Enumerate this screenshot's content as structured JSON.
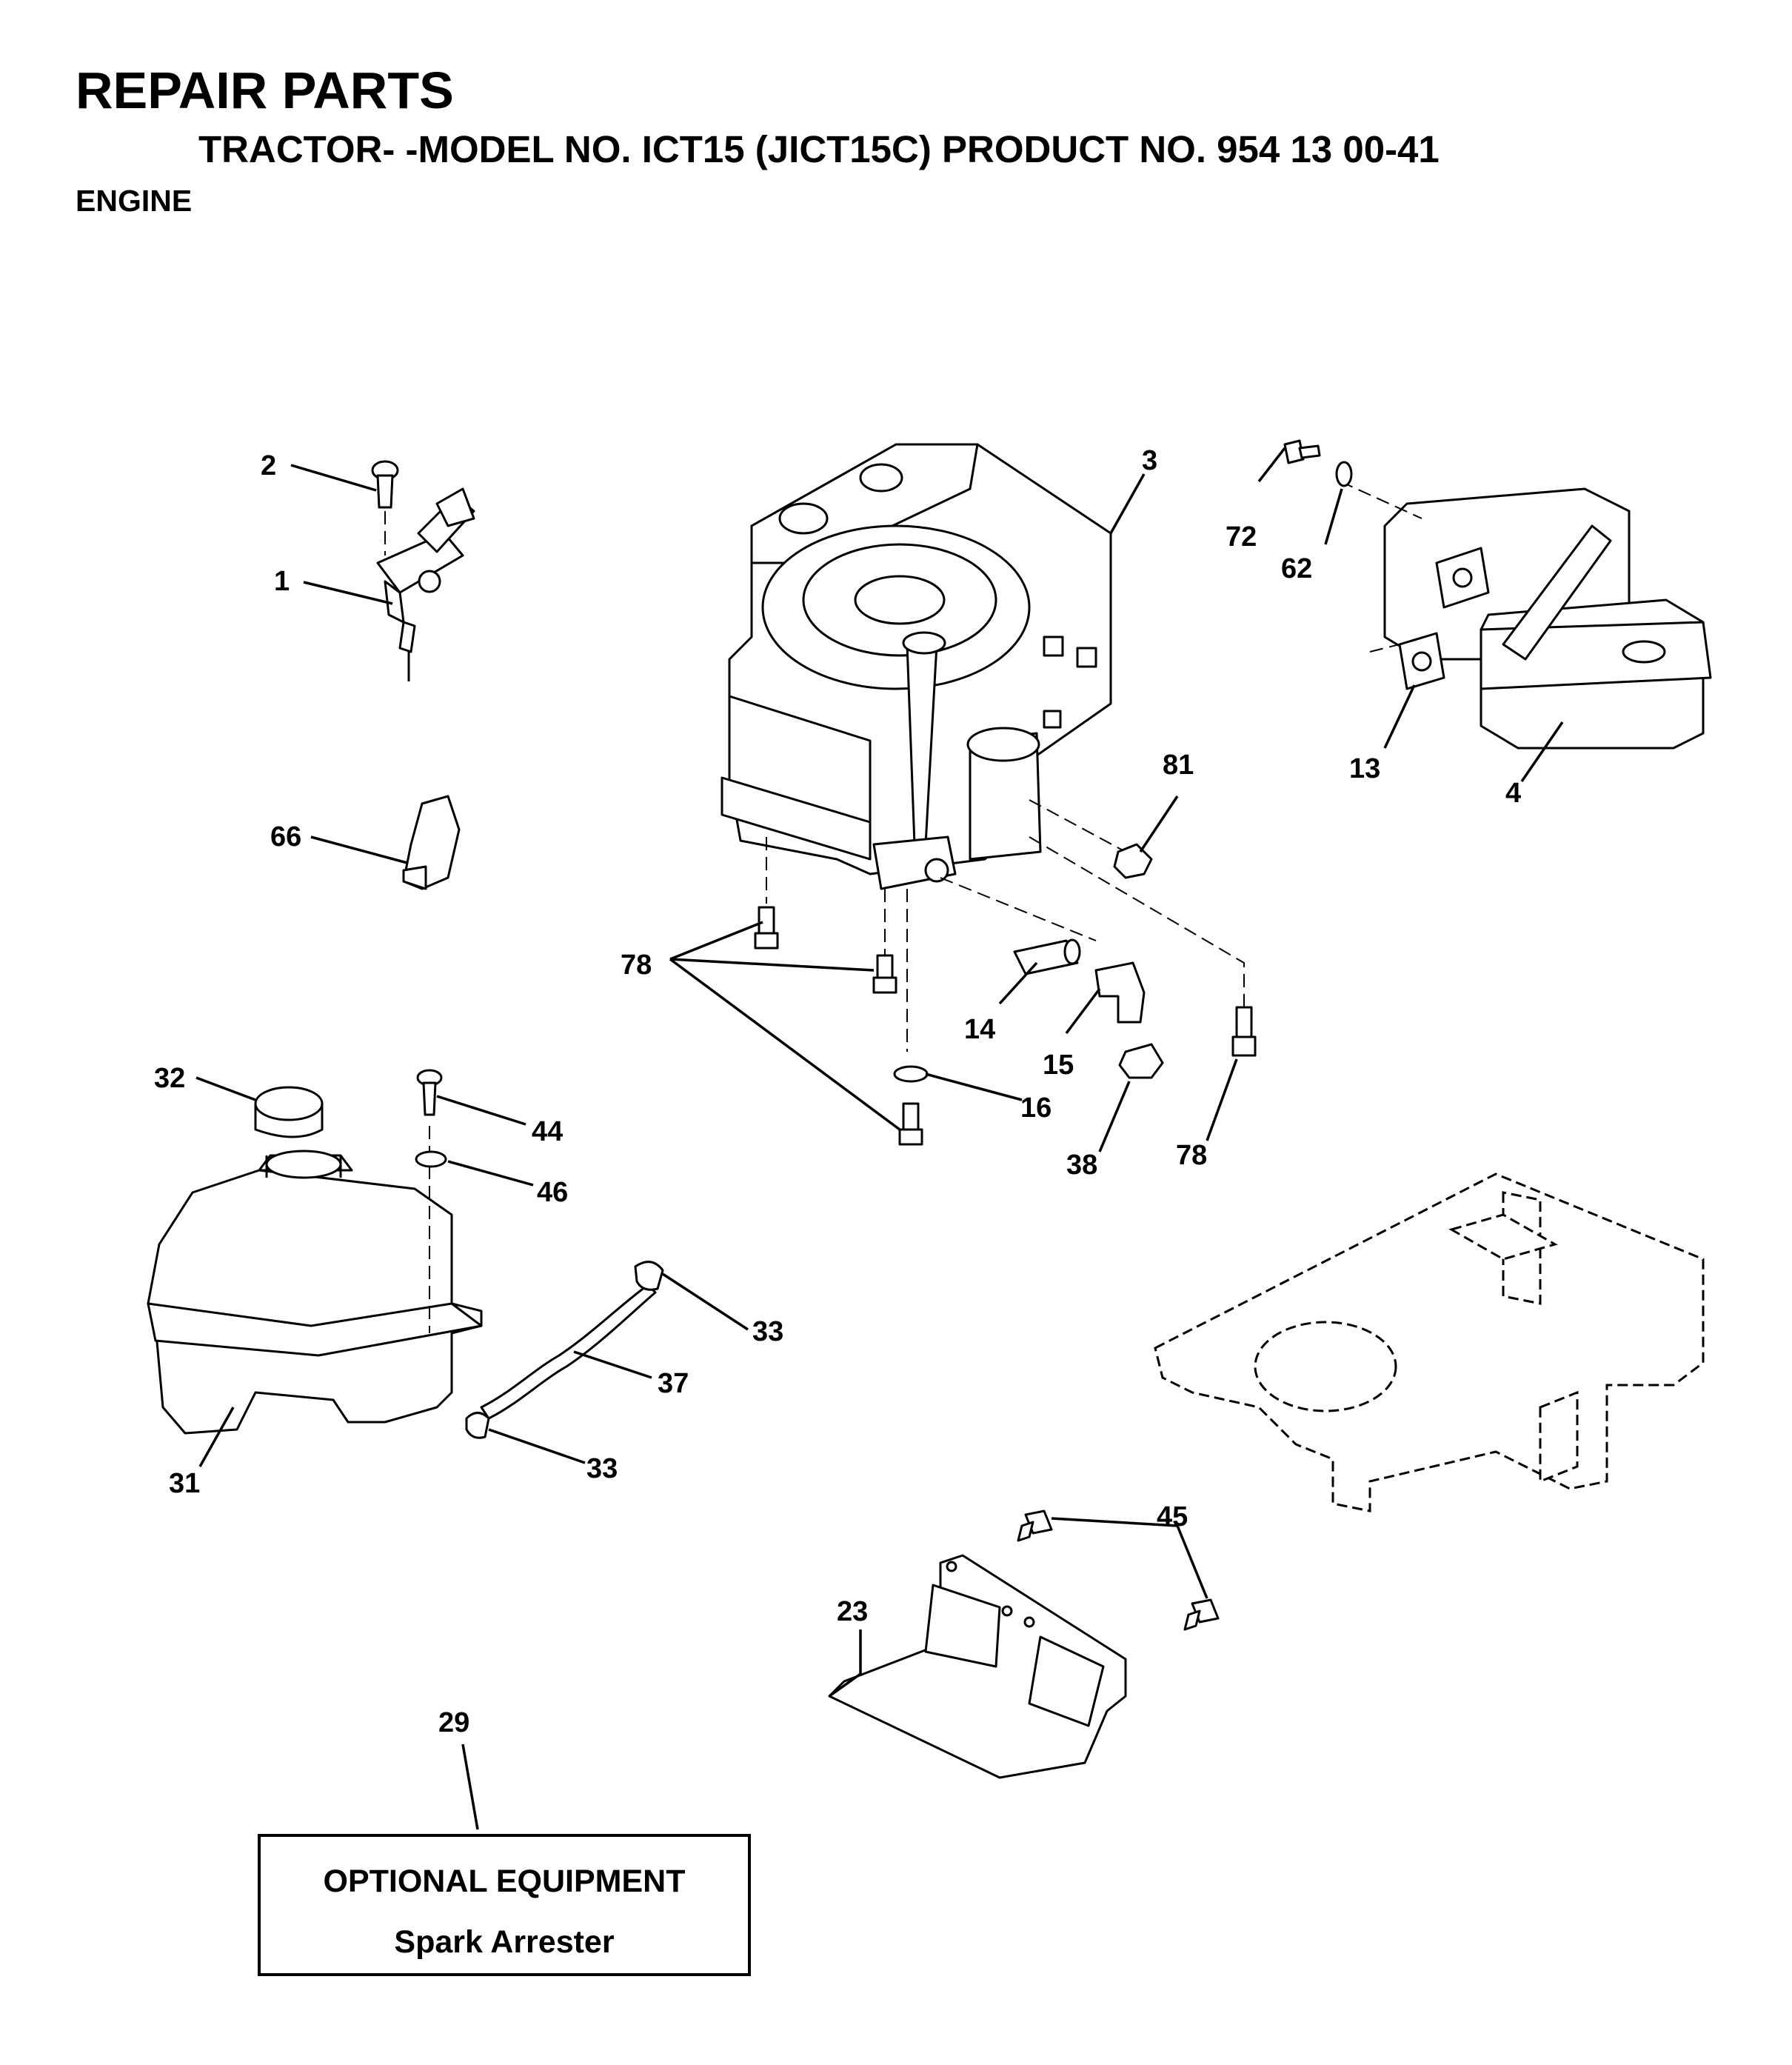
{
  "header": {
    "title": "REPAIR PARTS",
    "subtitle": "TRACTOR- -MODEL NO. ICT15 (JICT15C) PRODUCT NO. 954 13 00-41",
    "section": "ENGINE"
  },
  "callouts": {
    "c1": "1",
    "c2": "2",
    "c3": "3",
    "c4": "4",
    "c13": "13",
    "c14": "14",
    "c15": "15",
    "c16": "16",
    "c23": "23",
    "c29": "29",
    "c31": "31",
    "c32": "32",
    "c33a": "33",
    "c33b": "33",
    "c37": "37",
    "c38": "38",
    "c44": "44",
    "c45": "45",
    "c46": "46",
    "c62": "62",
    "c66": "66",
    "c72": "72",
    "c78a": "78",
    "c78b": "78",
    "c81": "81"
  },
  "optional_box": {
    "title": "OPTIONAL EQUIPMENT",
    "item": "Spark Arrester"
  }
}
